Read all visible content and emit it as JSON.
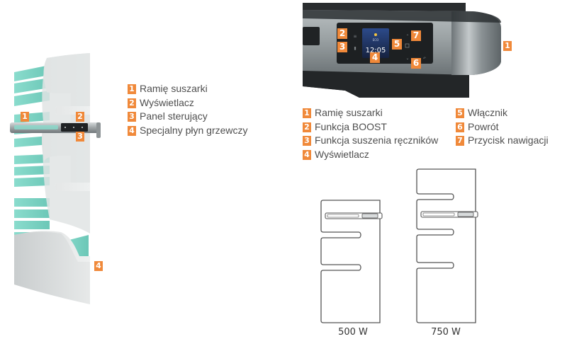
{
  "left_figure": {
    "callouts": [
      "1",
      "2",
      "3",
      "4"
    ],
    "legend": [
      {
        "num": "1",
        "label": "Ramię suszarki"
      },
      {
        "num": "2",
        "label": "Wyświetlacz"
      },
      {
        "num": "3",
        "label": "Panel sterujący"
      },
      {
        "num": "4",
        "label": "Specjalny płyn grzewczy"
      }
    ]
  },
  "panel_closeup": {
    "screen_time": "12:05",
    "screen_mode_text": "ECO",
    "callouts": [
      "1",
      "2",
      "3",
      "4",
      "5",
      "6",
      "7"
    ],
    "legend_col1": [
      {
        "num": "1",
        "label": "Ramię suszarki"
      },
      {
        "num": "2",
        "label": "Funkcja BOOST"
      },
      {
        "num": "3",
        "label": "Funkcja suszenia ręczników"
      },
      {
        "num": "4",
        "label": "Wyświetlacz"
      }
    ],
    "legend_col2": [
      {
        "num": "5",
        "label": "Włącznik"
      },
      {
        "num": "6",
        "label": "Powrót"
      },
      {
        "num": "7",
        "label": "Przycisk nawigacji"
      }
    ]
  },
  "models": [
    {
      "label": "500 W",
      "bars": 2
    },
    {
      "label": "750 W",
      "bars": 3
    }
  ],
  "colors": {
    "badge": "#f0893a",
    "text": "#4e4e4e",
    "fluid": "#7fd3c4",
    "panel_body": "#e6e8e8",
    "outline": "#555555"
  }
}
